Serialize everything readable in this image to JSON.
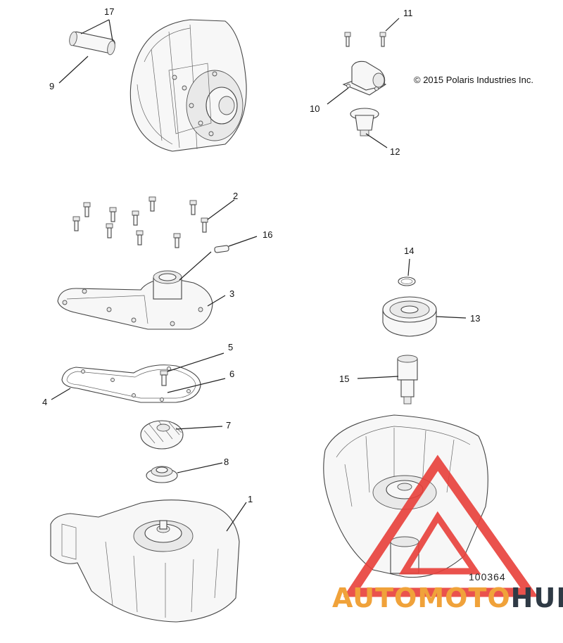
{
  "copyright": "© 2015 Polaris Industries Inc.",
  "diagram_id": "100364",
  "watermark": {
    "part1": "AUTOMOTO",
    "part2": "HUB"
  },
  "callouts": {
    "c1": "1",
    "c2": "2",
    "c3": "3",
    "c4": "4",
    "c5": "5",
    "c6": "6",
    "c7": "7",
    "c8": "8",
    "c9": "9",
    "c10": "10",
    "c11": "11",
    "c12": "12",
    "c13": "13",
    "c14": "14",
    "c15": "15",
    "c16": "16",
    "c17": "17"
  },
  "colors": {
    "watermark_triangle": "#e8403a",
    "watermark_orange": "#f0a23a",
    "watermark_dark": "#2f3a45",
    "line": "#222222"
  }
}
